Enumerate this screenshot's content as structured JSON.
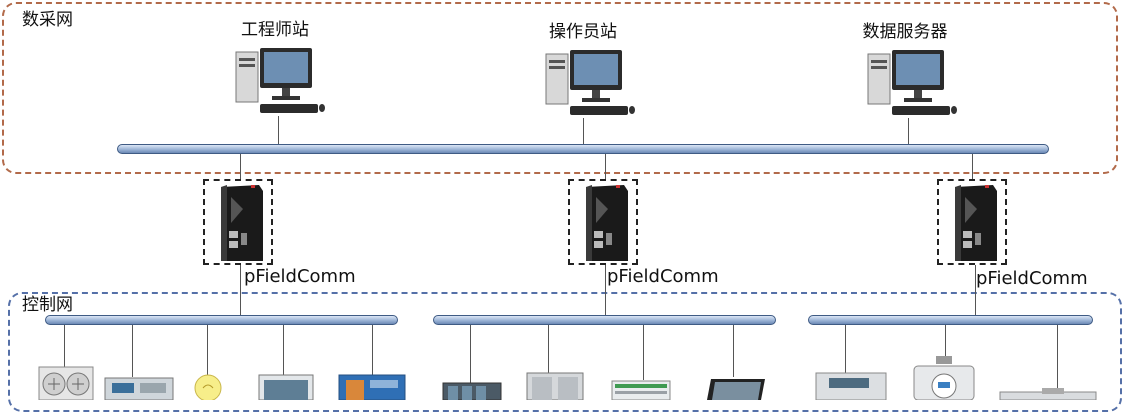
{
  "zones": {
    "dcs_label": "数采网",
    "control_label": "控制网"
  },
  "stations": [
    {
      "label": "工程师站",
      "icon": "desktop-computer-icon"
    },
    {
      "label": "操作员站",
      "icon": "desktop-computer-icon"
    },
    {
      "label": "数据服务器",
      "icon": "desktop-computer-icon"
    }
  ],
  "gateways": [
    {
      "label": "pFieldComm",
      "icon": "gateway-device-icon"
    },
    {
      "label": "pFieldComm",
      "icon": "gateway-device-icon"
    },
    {
      "label": "pFieldComm",
      "icon": "gateway-device-icon"
    }
  ],
  "field_devices": [
    {
      "icon": "outdoor-ac-unit-icon"
    },
    {
      "icon": "control-panel-icon"
    },
    {
      "icon": "light-bulb-icon"
    },
    {
      "icon": "cabinet-icon"
    },
    {
      "icon": "machine-icon"
    },
    {
      "icon": "plc-rack-icon"
    },
    {
      "icon": "server-cabinet-icon"
    },
    {
      "icon": "io-module-icon"
    },
    {
      "icon": "touch-panel-icon"
    },
    {
      "icon": "instrument-box-icon"
    },
    {
      "icon": "flow-meter-icon"
    },
    {
      "icon": "sensor-device-icon"
    }
  ],
  "colors": {
    "dcs_border": "#b26a4a",
    "control_border": "#5570a8",
    "bus_fill": "#9cb4d6"
  }
}
